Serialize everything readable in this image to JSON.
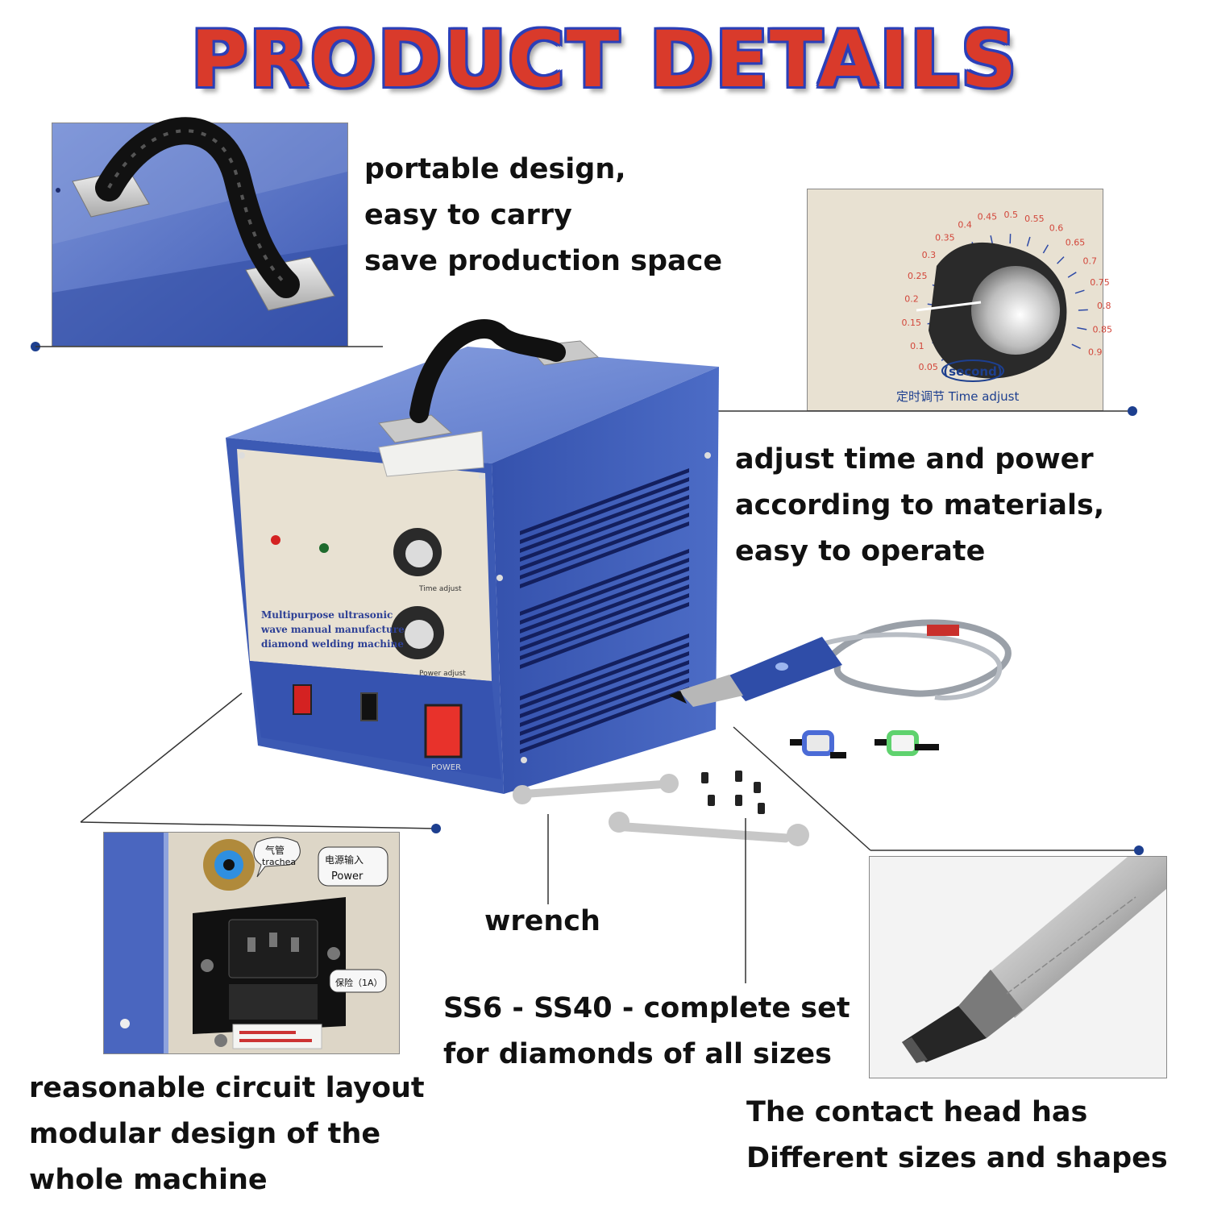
{
  "title": "PRODUCT DETAILS",
  "colors": {
    "title_fill": "#d93a2b",
    "title_outline": "#2b3fb8",
    "machine_blue": "#3a56b4",
    "panel_beige": "#e8e1d2",
    "leader_dot": "#1d3f8f"
  },
  "captions": {
    "handle": [
      "portable design,",
      "easy to carry",
      "save production space"
    ],
    "adjust": [
      "adjust time and power",
      "according to materials,",
      "easy to operate"
    ],
    "circuit": [
      "reasonable circuit layout",
      "modular design of the",
      "whole machine"
    ],
    "wrench": "wrench",
    "heads": [
      "SS6 - SS40 - complete set",
      "for diamonds of all sizes"
    ],
    "contact": [
      "The contact head has",
      "Different sizes and shapes"
    ]
  },
  "dial": {
    "scale": [
      "0.05",
      "0.1",
      "0.15",
      "0.2",
      "0.25",
      "0.3",
      "0.35",
      "0.4",
      "0.45",
      "0.5",
      "0.55",
      "0.6",
      "0.65",
      "0.7",
      "0.75",
      "0.8",
      "0.85",
      "0.9"
    ],
    "unit": "(second)",
    "footer": "定时调节 Time adjust"
  },
  "machine": {
    "panel_text": [
      "Multipurpose ultrasonic",
      "wave manual manufacture",
      "diamond welding machine"
    ],
    "power_label": "POWER",
    "time_adjust": "Time adjust",
    "power_adjust": "Power adjust"
  },
  "rear_panel": {
    "air_label": "气管",
    "air_label_en": "trachea",
    "power_label": "电源输入",
    "power_label_en": "Power",
    "fuse_label": "保险（1A）"
  },
  "icons": [
    "handle-icon",
    "knob-icon",
    "power-socket-icon",
    "wrench-icon",
    "welding-pen-icon",
    "welding-tip-icon",
    "leader-dot-icon"
  ]
}
